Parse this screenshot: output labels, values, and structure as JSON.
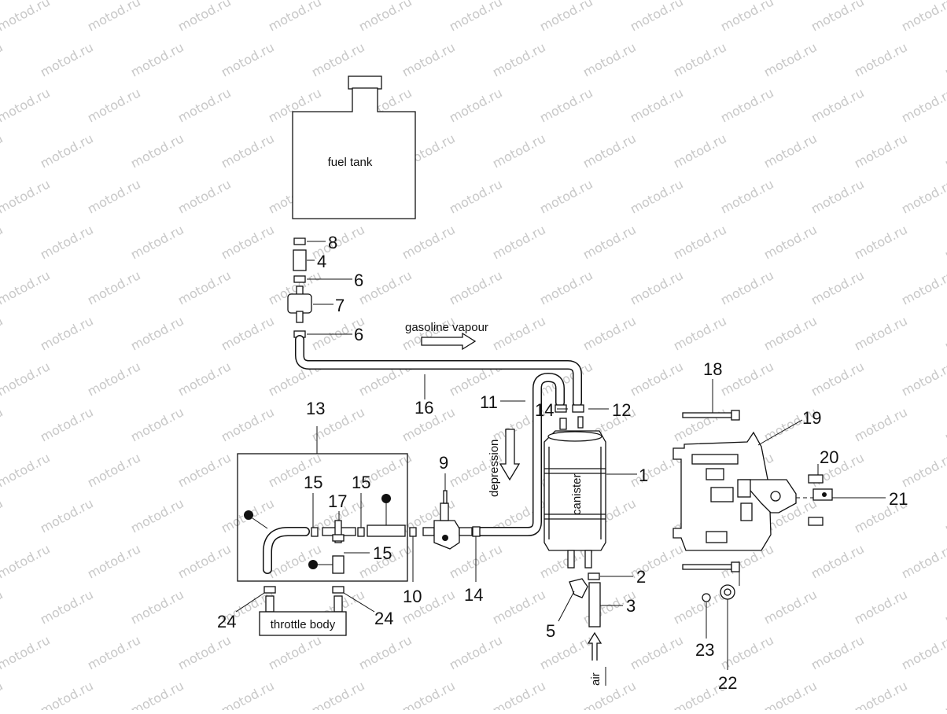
{
  "watermark": "motod.ru",
  "labels": {
    "fuel_tank": "fuel tank",
    "gasoline_vapour": "gasoline vapour",
    "depression": "depression",
    "canister": "canister",
    "throttle_body": "throttle body",
    "air": "air"
  },
  "callouts": {
    "n1": "1",
    "n2": "2",
    "n3": "3",
    "n4": "4",
    "n5": "5",
    "n6a": "6",
    "n6b": "6",
    "n7": "7",
    "n8": "8",
    "n9": "9",
    "n10": "10",
    "n11": "11",
    "n12": "12",
    "n13": "13",
    "n14a": "14",
    "n14b": "14",
    "n15a": "15",
    "n15b": "15",
    "n15c": "15",
    "n16": "16",
    "n17": "17",
    "n18": "18",
    "n19": "19",
    "n20": "20",
    "n21": "21",
    "n22": "22",
    "n23": "23",
    "n24a": "24",
    "n24b": "24"
  }
}
